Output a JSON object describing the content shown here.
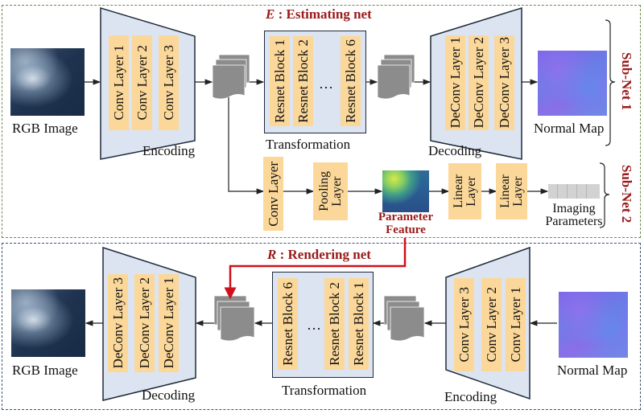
{
  "colors": {
    "title_red": "#9a1a1a",
    "layer_fill": "#fbd89a",
    "block_fill": "#dce4f2",
    "feature_gray": "#8c8c8c",
    "arrow_red": "#d0101a",
    "estimating_frame": "#6b8a4e",
    "rendering_frame": "#3b5573"
  },
  "estimating_net": {
    "title_symbol": "E",
    "title_text": " : Estimating net",
    "input_label": "RGB Image",
    "encoder": {
      "label": "Encoding",
      "layers": [
        "Conv Layer 1",
        "Conv Layer 2",
        "Conv Layer 3"
      ]
    },
    "transformation": {
      "label": "Transformation",
      "blocks": [
        "Resnet Block 1",
        "Resnet Block 2",
        "Resnet Block 6"
      ],
      "ellipsis": "…"
    },
    "decoder": {
      "label": "Decoding",
      "layers": [
        "DeConv Layer 1",
        "DeConv Layer 2",
        "DeConv Layer 3"
      ]
    },
    "output_label": "Normal Map",
    "subnet1_label": "Sub-Net 1",
    "subnet2": {
      "label": "Sub-Net 2",
      "conv_layer": "Conv Layer",
      "pooling_layer": "Pooling\nLayer",
      "feature_label_line1": "Parameter",
      "feature_label_line2": "Feature",
      "linear_layer_1": "Linear\nLayer",
      "linear_layer_2": "Linear\nLayer",
      "output_label_line1": "Imaging",
      "output_label_line2": "Parameters"
    }
  },
  "rendering_net": {
    "title_symbol": "R",
    "title_text": " : Rendering net",
    "input_label": "Normal Map",
    "encoder": {
      "label": "Encoding",
      "layers": [
        "Conv Layer 3",
        "Conv Layer 2",
        "Conv Layer 1"
      ]
    },
    "transformation": {
      "label": "Transformation",
      "blocks": [
        "Resnet Block 6",
        "Resnet Block 2",
        "Resnet Block 1"
      ],
      "ellipsis": "…"
    },
    "decoder": {
      "label": "Decoding",
      "layers": [
        "DeConv Layer 3",
        "DeConv Layer 2",
        "DeConv Layer 1"
      ]
    },
    "output_label": "RGB Image"
  }
}
